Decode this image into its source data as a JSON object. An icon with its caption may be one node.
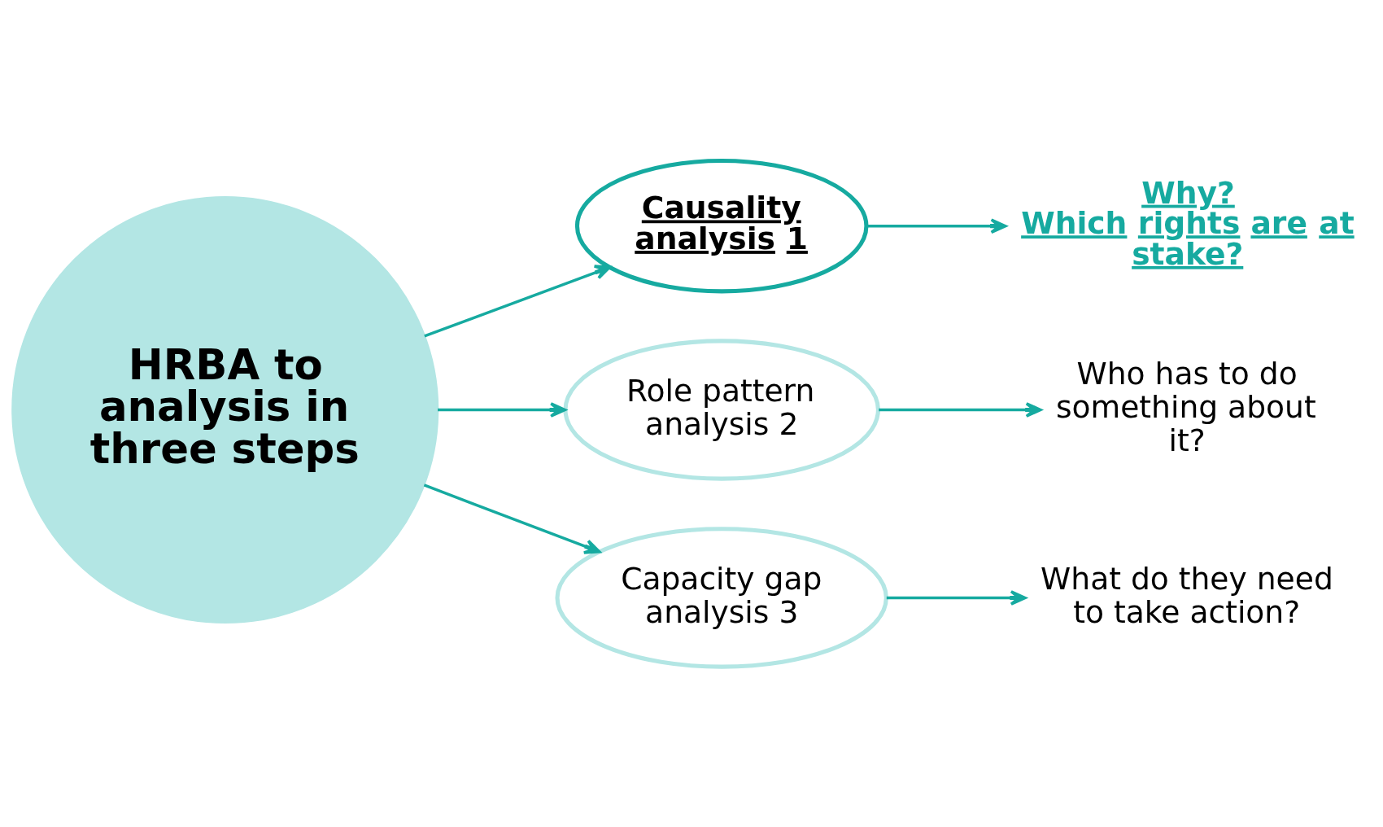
{
  "diagram": {
    "nodes": [
      {
        "text": [
          "HRBA to analysis in three steps"
        ]
      },
      {
        "text": [
          "Causality analysis 1"
        ]
      },
      {
        "text": [
          "Role pattern analysis 2"
        ]
      },
      {
        "text": [
          "Capacity gap analysis 3"
        ]
      },
      {
        "text": [
          "Why?",
          "Which rights are at stake?"
        ]
      },
      {
        "text": [
          "Who has to do something about it?"
        ]
      },
      {
        "text": [
          "What do they need to take action?"
        ]
      }
    ],
    "edges": [
      {
        "from": 0,
        "to": 1,
        "arrow": "to"
      },
      {
        "from": 0,
        "to": 2,
        "arrow": "to"
      },
      {
        "from": 0,
        "to": 3,
        "arrow": "to"
      },
      {
        "from": 1,
        "to": 4,
        "arrow": "to"
      },
      {
        "from": 2,
        "to": 5,
        "arrow": "to"
      },
      {
        "from": 3,
        "to": 6,
        "arrow": "to"
      }
    ]
  }
}
